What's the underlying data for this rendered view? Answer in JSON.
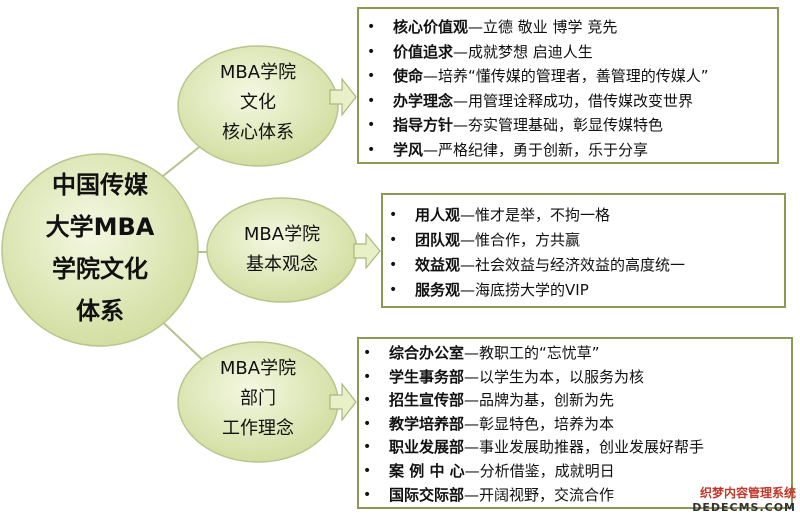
{
  "center": {
    "lines": [
      "中国传媒",
      "大学MBA",
      "学院文化",
      "体系"
    ]
  },
  "branches": [
    {
      "lines": [
        "MBA学院",
        "文化",
        "核心体系"
      ],
      "items": [
        {
          "term": "核心价值观",
          "desc": "—立德 敬业 博学 竞先"
        },
        {
          "term": "价值追求",
          "desc": "—成就梦想 启迪人生"
        },
        {
          "term": "使命",
          "desc": "—培养“懂传媒的管理者，善管理的传媒人”"
        },
        {
          "term": "办学理念",
          "desc": "—用管理诠释成功，借传媒改变世界"
        },
        {
          "term": "指导方针",
          "desc": "—夯实管理基础，彰显传媒特色"
        },
        {
          "term": "学风",
          "desc": "—严格纪律，勇于创新，乐于分享"
        }
      ]
    },
    {
      "lines": [
        "MBA学院",
        "基本观念"
      ],
      "items": [
        {
          "term": "用人观",
          "desc": "—惟才是举，不拘一格"
        },
        {
          "term": "团队观",
          "desc": "—惟合作，方共赢"
        },
        {
          "term": "效益观",
          "desc": "—社会效益与经济效益的高度统一"
        },
        {
          "term": "服务观",
          "desc": "—海底捞大学的VIP"
        }
      ]
    },
    {
      "lines": [
        "MBA学院",
        "部门",
        "工作理念"
      ],
      "items": [
        {
          "term": "综合办公室",
          "desc": "—教职工的“忘忧草”"
        },
        {
          "term": "学生事务部",
          "desc": "—以学生为本，以服务为核"
        },
        {
          "term": "招生宣传部",
          "desc": "—品牌为基，创新为先"
        },
        {
          "term": "教学培养部",
          "desc": "—彰显特色，培养为本"
        },
        {
          "term": "职业发展部",
          "desc": "—事业发展助推器，创业发展好帮手"
        },
        {
          "term": "案 例 中 心",
          "desc": "—分析借鉴，成就明日"
        },
        {
          "term": "国际交际部",
          "desc": "—开阔视野，交流合作"
        }
      ]
    }
  ],
  "bullet": "•",
  "watermark": {
    "line1": "织梦内容管理系统",
    "line2": "DEDECMS.COM"
  },
  "colors": {
    "node_fill_inner": "#f4f8e2",
    "node_fill_outer": "#cfdc9c",
    "node_stroke": "#b9c48e",
    "arrow_fill": "#e9f0c8",
    "arrow_stroke": "#a9b87a",
    "connector": "#b7c38c",
    "box_border": "#8a9a55"
  }
}
